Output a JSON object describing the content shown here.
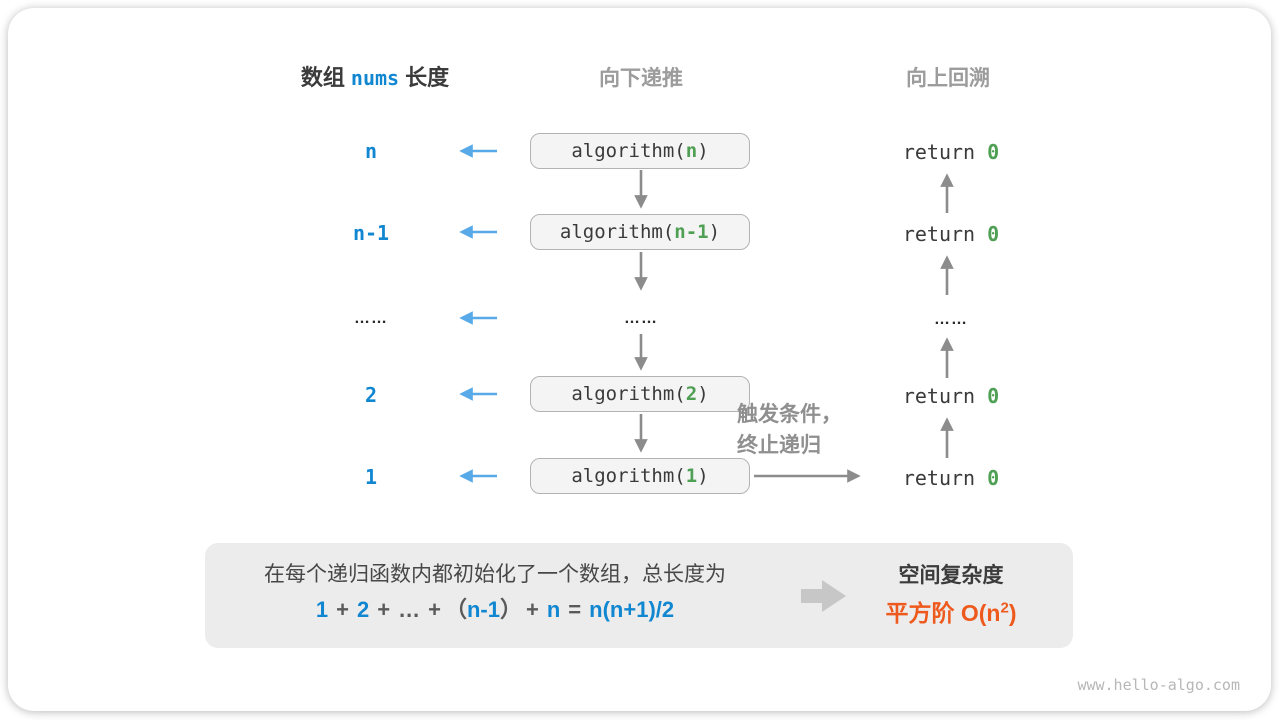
{
  "headers": {
    "array_prefix": "数组",
    "array_code": "nums",
    "array_suffix": "长度",
    "recurse_down": "向下递推",
    "backtrack_up": "向上回溯"
  },
  "rows": [
    {
      "depth": "n",
      "call_open": "algorithm(",
      "param": "n",
      "call_close": ")",
      "ret_kw": "return",
      "ret_val": "0"
    },
    {
      "depth": "n-1",
      "call_open": "algorithm(",
      "param": "n-1",
      "call_close": ")",
      "ret_kw": "return",
      "ret_val": "0"
    },
    {
      "depth": "……",
      "call": "……",
      "ret": "……"
    },
    {
      "depth": "2",
      "call_open": "algorithm(",
      "param": "2",
      "call_close": ")",
      "ret_kw": "return",
      "ret_val": "0"
    },
    {
      "depth": "1",
      "call_open": "algorithm(",
      "param": "1",
      "call_close": ")",
      "ret_kw": "return",
      "ret_val": "0"
    }
  ],
  "note": {
    "line1": "触发条件，",
    "line2": "终止递归"
  },
  "panel": {
    "description": "在每个递归函数内都初始化了一个数组，总长度为",
    "formula": [
      {
        "text": "1"
      },
      {
        "text": "+"
      },
      {
        "text": "2"
      },
      {
        "text": "+"
      },
      {
        "text": "…"
      },
      {
        "text": "+"
      },
      {
        "text": "（"
      },
      {
        "text": "n-1"
      },
      {
        "text": "）"
      },
      {
        "text": "+"
      },
      {
        "text": "n"
      },
      {
        "text": "="
      },
      {
        "text": "n(n+1)/2"
      }
    ],
    "result_title": "空间复杂度",
    "result_prefix": "平方阶 O(n",
    "result_sup": "2",
    "result_suffix": ")"
  },
  "watermark": "www.hello-algo.com",
  "colors": {
    "blue_text": "#1287d1",
    "blue_arrow": "#57a9e8",
    "green": "#4f9f54",
    "orange": "#ee5a1e",
    "gray_arrow": "#8c8c8c",
    "panel_bg": "#ececec"
  }
}
